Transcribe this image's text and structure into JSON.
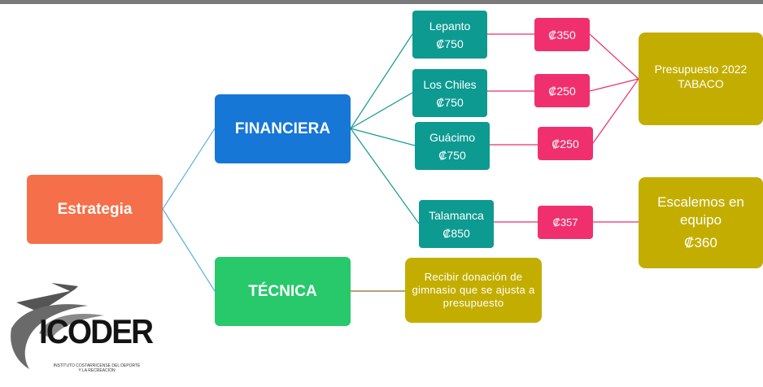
{
  "strategy": {
    "label": "Estrategia"
  },
  "financiera": {
    "label": "FINANCIERA"
  },
  "tecnica": {
    "label": "TÉCNICA"
  },
  "locations": [
    {
      "name": "Lepanto",
      "amount": "₡750",
      "cost": "₡350"
    },
    {
      "name": "Los Chiles",
      "amount": "₡750",
      "cost": "₡250"
    },
    {
      "name": "Guácimo",
      "amount": "₡750",
      "cost": "₡250"
    },
    {
      "name": "Talamanca",
      "amount": "₡850",
      "cost": "₡357"
    }
  ],
  "presupuesto": {
    "label": "Presupuesto 2022 TABACO"
  },
  "escalemos": {
    "label": "Escalemos en equipo",
    "amount": "₡360"
  },
  "recibir": {
    "label": "Recibir donación de gimnasio que se ajusta a presupuesto"
  },
  "logo": {
    "name": "ICODER",
    "subtitle": "INSTITUTO COSTARRICENSE DEL DEPORTE Y LA RECREACIÓN"
  },
  "colors": {
    "strategy": "#f5704a",
    "financiera": "#1677d6",
    "tecnica": "#27c96b",
    "location": "#0d9a91",
    "cost": "#f0306e",
    "result": "#c3ae00"
  }
}
